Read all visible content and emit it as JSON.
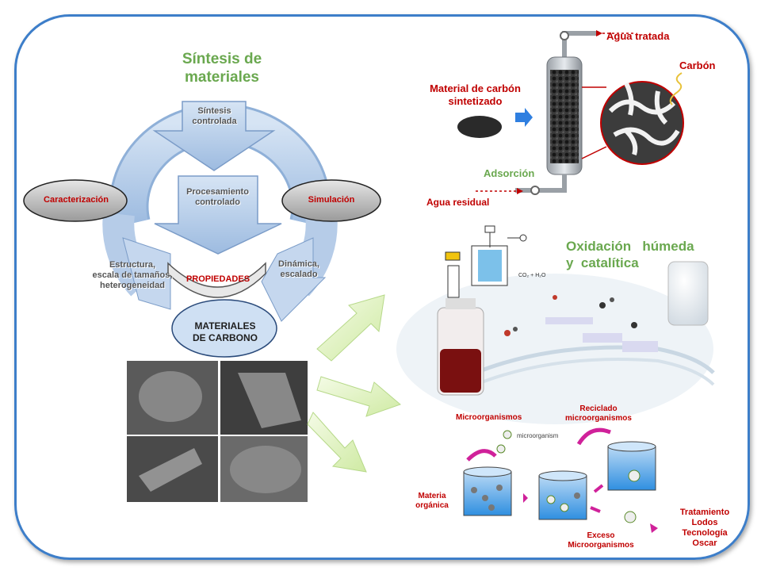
{
  "left": {
    "title": "Síntesis de\nmateriales",
    "arrow_top": "Síntesis\ncontrolada",
    "arrow_center": "Procesamiento\ncontrolado",
    "ellipse_left": "Caracterización",
    "ellipse_right": "Simulación",
    "label_left": "Estructura,\nescala de tamaños,\nheterogeneidad",
    "label_right": "Dinámica,\nescalado",
    "propiedades": "PROPIEDADES",
    "materiales": "MATERIALES\nDE CARBONO"
  },
  "adsorption": {
    "agua_tratada": "Agua tratada",
    "carbon": "Carbón",
    "material": "Material de carbón\nsintetizado",
    "adsorcion": "Adsorción",
    "agua_residual": "Agua residual"
  },
  "oxidation": {
    "title": "Oxidación   húmeda\ny  catalítica",
    "co2": "CO₂ + H₂O"
  },
  "bio": {
    "microorganismos": "Microorganismos",
    "micro_small": "microorganism",
    "reciclado": "Reciclado\nmicroorganismos",
    "materia": "Materia\norgánica",
    "exceso": "Exceso\nMicroorganismos",
    "tratamiento": "Tratamiento\nLodos\nTecnología\nOscar"
  },
  "colors": {
    "frame": "#3d7ec9",
    "title_green": "#6aa84f",
    "label_red": "#c00000",
    "cycle_blue": "#a9c4e4"
  }
}
